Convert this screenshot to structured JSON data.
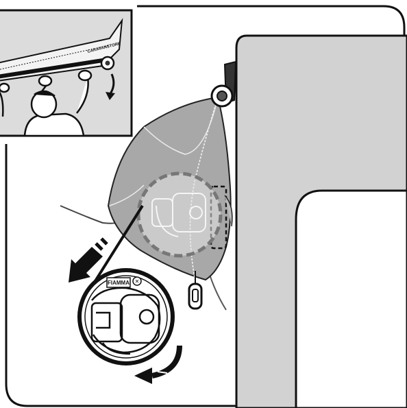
{
  "illustration": {
    "awning_brand_text": "CARAVANSTORE",
    "badge_brand_text": "FIAMMA",
    "badge_x_mark": "✕",
    "colors": {
      "panel_grey": "#d2d2d2",
      "fabric_grey": "#a8a8a8",
      "line": "#111111",
      "background": "#ffffff",
      "inset_panel": "#dcdcdc"
    },
    "icons": [
      "awning-roller",
      "person-arms-raised",
      "rotation-arrow",
      "pull-down-arrow",
      "zoom-lens",
      "hook-clip",
      "crank-knob"
    ]
  }
}
